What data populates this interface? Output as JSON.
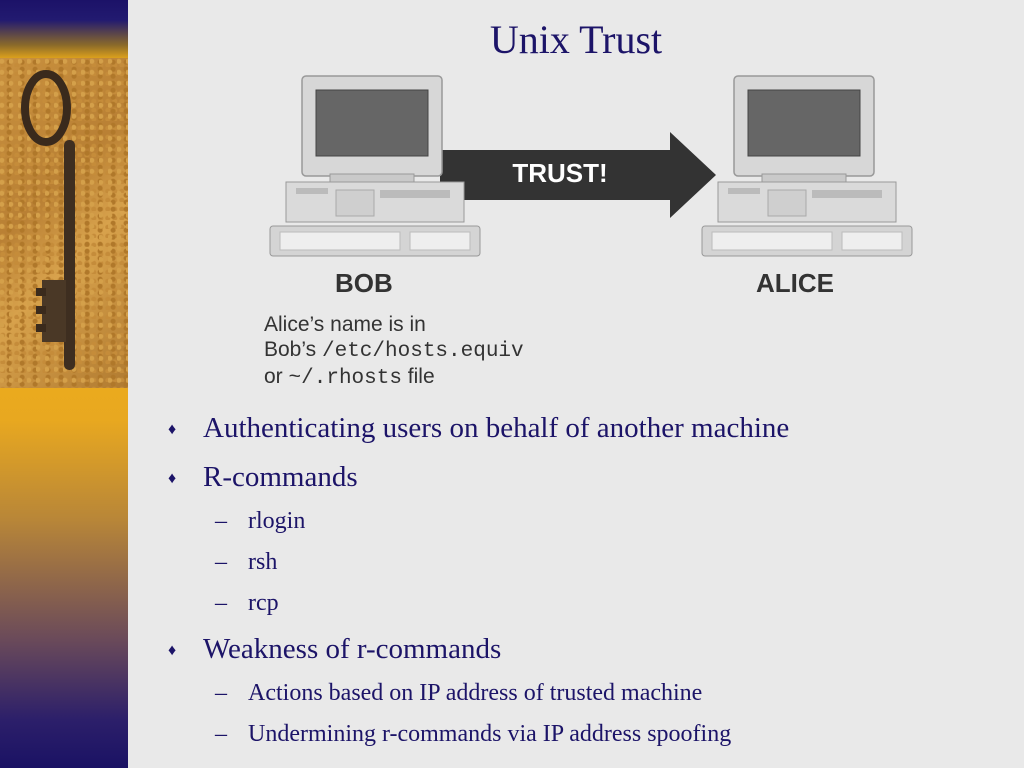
{
  "slide": {
    "title": "Unix Trust"
  },
  "diagram": {
    "arrow_label": "TRUST!",
    "left_computer_label": "BOB",
    "right_computer_label": "ALICE",
    "note": {
      "line1": "Alice’s name is in",
      "line2_text": "Bob’s",
      "line2_code": "/etc/hosts.equiv",
      "line3_text_before": "or",
      "line3_code": "~/.rhosts",
      "line3_text_after": "file"
    }
  },
  "bullets": {
    "b1": "Authenticating users on behalf of another machine",
    "b2": "R-commands",
    "b2_sub1": "rlogin",
    "b2_sub2": "rsh",
    "b2_sub3": "rcp",
    "b3": "Weakness of r-commands",
    "b3_sub1": "Actions based on IP address of trusted machine",
    "b3_sub2": "Undermining r-commands via IP address spoofing",
    "l1_marker": "♦",
    "l2_marker": "–"
  },
  "colors": {
    "title": "#1c1468",
    "background": "#e9e9e9",
    "arrow": "#333333"
  }
}
